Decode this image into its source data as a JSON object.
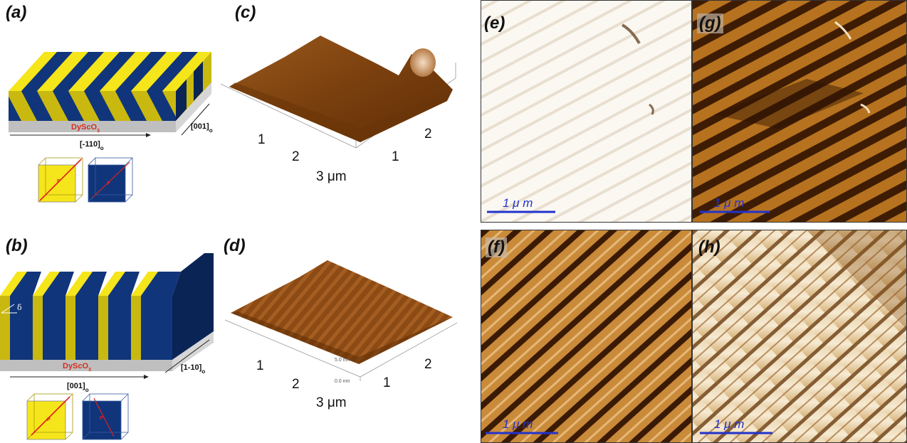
{
  "panel_labels": {
    "a": "(a)",
    "b": "(b)",
    "c": "(c)",
    "d": "(d)",
    "e": "(e)",
    "f": "(f)",
    "g": "(g)",
    "h": "(h)"
  },
  "schematic_a": {
    "substrate": "DyScO",
    "substrate_sub": "3",
    "direction_bottom": "[-110]",
    "direction_bottom_sub": "o",
    "direction_side": "[001]",
    "direction_side_sub": "o",
    "cube_label": "P"
  },
  "schematic_b": {
    "substrate": "DyScO",
    "substrate_sub": "3",
    "direction_bottom": "[001]",
    "direction_bottom_sub": "o",
    "direction_side": "[1-10]",
    "direction_side_sub": "o",
    "angle_label": "δ",
    "cube_label": "P"
  },
  "topo_c": {
    "left_ticks": [
      "1",
      "2",
      "3 μm"
    ],
    "right_ticks": [
      "1",
      "2"
    ]
  },
  "topo_d": {
    "left_ticks": [
      "1",
      "2",
      "3 μm"
    ],
    "right_ticks": [
      "1",
      "2"
    ],
    "z_labels": [
      "5.0 nm",
      "0.0 nm"
    ]
  },
  "scalebars": {
    "e": "1  μ m",
    "g": "1  μ m",
    "f": "1  μ m",
    "h": "1  μ m"
  },
  "colors": {
    "yellow": "#f5e51b",
    "yellow_dark": "#c9b80f",
    "blue": "#10357a",
    "blue_dark": "#0a2455",
    "substrate": "#bfbfbf",
    "substrate_text": "#d03020",
    "afm_brown": "#8a4a12",
    "scalebar": "#2233cc"
  }
}
